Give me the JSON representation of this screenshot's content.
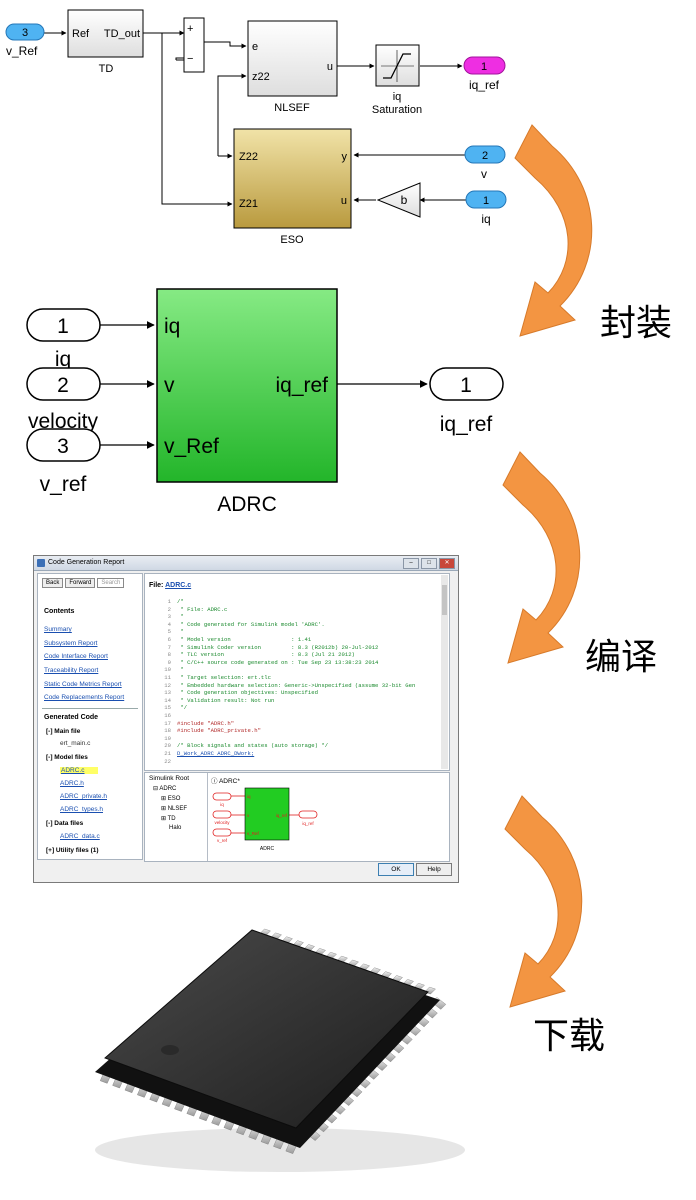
{
  "colors": {
    "inport_blue": "#4fb3f2",
    "outport_magenta": "#ee2ee2",
    "eso_fill": "#d7c27a",
    "adrc_green": "#33cc33",
    "arrow_orange": "#f39542",
    "code_comment": "#1b8a2e",
    "link_blue": "#1a4fb0"
  },
  "simulink_detail": {
    "inport_v_ref": {
      "number": "3",
      "label": "v_Ref"
    },
    "td_block": {
      "in_port": "Ref",
      "out_port": "TD_out",
      "name": "TD"
    },
    "sum_block": {
      "plus": "+",
      "minus": "−"
    },
    "nlsef_block": {
      "in_e": "e",
      "in_z22": "z22",
      "out_u": "u",
      "name": "NLSEF"
    },
    "saturation_block": {
      "name_line1": "iq",
      "name_line2": "Saturation"
    },
    "outport_iq_ref": {
      "number": "1",
      "label": "iq_ref"
    },
    "eso_block": {
      "in_z22": "Z22",
      "in_z21": "Z21",
      "port_y": "y",
      "port_u": "u",
      "name": "ESO"
    },
    "inport_v": {
      "number": "2",
      "label": "v"
    },
    "inport_iq": {
      "number": "1",
      "label": "iq"
    },
    "gain_block": {
      "value": "b"
    }
  },
  "steps": {
    "encapsulate": "封装",
    "compile": "编译",
    "download": "下载"
  },
  "subsystem": {
    "inports": [
      {
        "number": "1",
        "label": "iq",
        "port": "iq"
      },
      {
        "number": "2",
        "label": "velocity",
        "port": "v"
      },
      {
        "number": "3",
        "label": "v_ref",
        "port": "v_Ref"
      }
    ],
    "out_port": "iq_ref",
    "outport": {
      "number": "1",
      "label": "iq_ref"
    },
    "name": "ADRC"
  },
  "report": {
    "window_title": "Code Generation Report",
    "back": "Back",
    "forward": "Forward",
    "search_placeholder": "Search",
    "contents_heading": "Contents",
    "nav_links": [
      "Summary",
      "Subsystem Report",
      "Code Interface Report",
      "Traceability Report",
      "Static Code Metrics Report",
      "Code Replacements Report"
    ],
    "generated_code_heading": "Generated Code",
    "main_file_group": "[-] Main file",
    "main_file": "ert_main.c",
    "model_files_group": "[-] Model files",
    "model_files": [
      "ADRC.c",
      "ADRC.h",
      "ADRC_private.h",
      "ADRC_types.h"
    ],
    "data_files_group": "[-] Data files",
    "data_file": "ADRC_data.c",
    "utility_files_group": "[+] Utility files (1)",
    "file_prefix": "File:",
    "file_name": "ADRC.c",
    "code_lines": [
      {
        "n": "1",
        "t": "/*",
        "k": "cm"
      },
      {
        "n": "2",
        "t": " * File: ADRC.c",
        "k": "cm"
      },
      {
        "n": "3",
        "t": " *",
        "k": "cm"
      },
      {
        "n": "4",
        "t": " * Code generated for Simulink model 'ADRC'.",
        "k": "cm"
      },
      {
        "n": "5",
        "t": " *",
        "k": "cm"
      },
      {
        "n": "6",
        "t": " * Model version                  : 1.41",
        "k": "cm"
      },
      {
        "n": "7",
        "t": " * Simulink Coder version         : 8.3 (R2012b) 20-Jul-2012",
        "k": "cm"
      },
      {
        "n": "8",
        "t": " * TLC version                    : 8.3 (Jul 21 2012)",
        "k": "cm"
      },
      {
        "n": "9",
        "t": " * C/C++ source code generated on : Tue Sep 23 13:38:23 2014",
        "k": "cm"
      },
      {
        "n": "10",
        "t": " *",
        "k": "cm"
      },
      {
        "n": "11",
        "t": " * Target selection: ert.tlc",
        "k": "cm"
      },
      {
        "n": "12",
        "t": " * Embedded hardware selection: Generic->Unspecified (assume 32-bit Gen",
        "k": "cm"
      },
      {
        "n": "13",
        "t": " * Code generation objectives: Unspecified",
        "k": "cm"
      },
      {
        "n": "14",
        "t": " * Validation result: Not run",
        "k": "cm"
      },
      {
        "n": "15",
        "t": " */",
        "k": "cm"
      },
      {
        "n": "16",
        "t": "",
        "k": "cm"
      },
      {
        "n": "17",
        "t": "#include \"ADRC.h\"",
        "k": "pp"
      },
      {
        "n": "18",
        "t": "#include \"ADRC_private.h\"",
        "k": "pp"
      },
      {
        "n": "19",
        "t": "",
        "k": "cm"
      },
      {
        "n": "20",
        "t": "/* Block signals and states (auto storage) */",
        "k": "cm"
      },
      {
        "n": "21",
        "t": "D_Work_ADRC ADRC_DWork;",
        "k": "lk"
      },
      {
        "n": "22",
        "t": "",
        "k": "cm"
      }
    ],
    "browser_root": "Simulink Root",
    "tree": [
      "ADRC",
      "ESO",
      "NLSEF",
      "TD",
      "Halo"
    ],
    "canvas_tab": "ADRC*",
    "mini_ports": [
      "iq",
      "v",
      "v_Ref"
    ],
    "mini_labels": [
      "iq",
      "velocity",
      "v_ref"
    ],
    "mini_out": "iq_ref",
    "mini_block": "ADRC",
    "ok": "OK",
    "help": "Help"
  }
}
